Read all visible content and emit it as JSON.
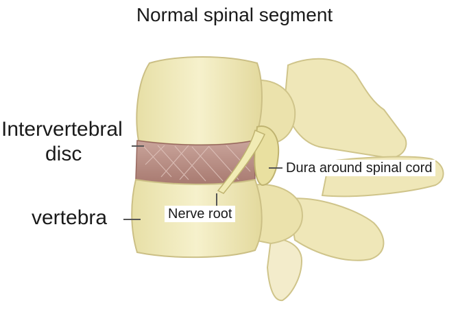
{
  "figure": {
    "title": "Normal spinal segment",
    "labels": {
      "disc_line1": "Intervertebral",
      "disc_line2": "disc",
      "vertebra": "vertebra",
      "dura": "Dura around spinal cord",
      "nerve_root": "Nerve root"
    },
    "colors": {
      "bone": "#f2ecc0",
      "bone_shadow": "#d9cf95",
      "disc": "#b88a80",
      "nerve": "#ede6a8",
      "leader": "#555555"
    }
  }
}
